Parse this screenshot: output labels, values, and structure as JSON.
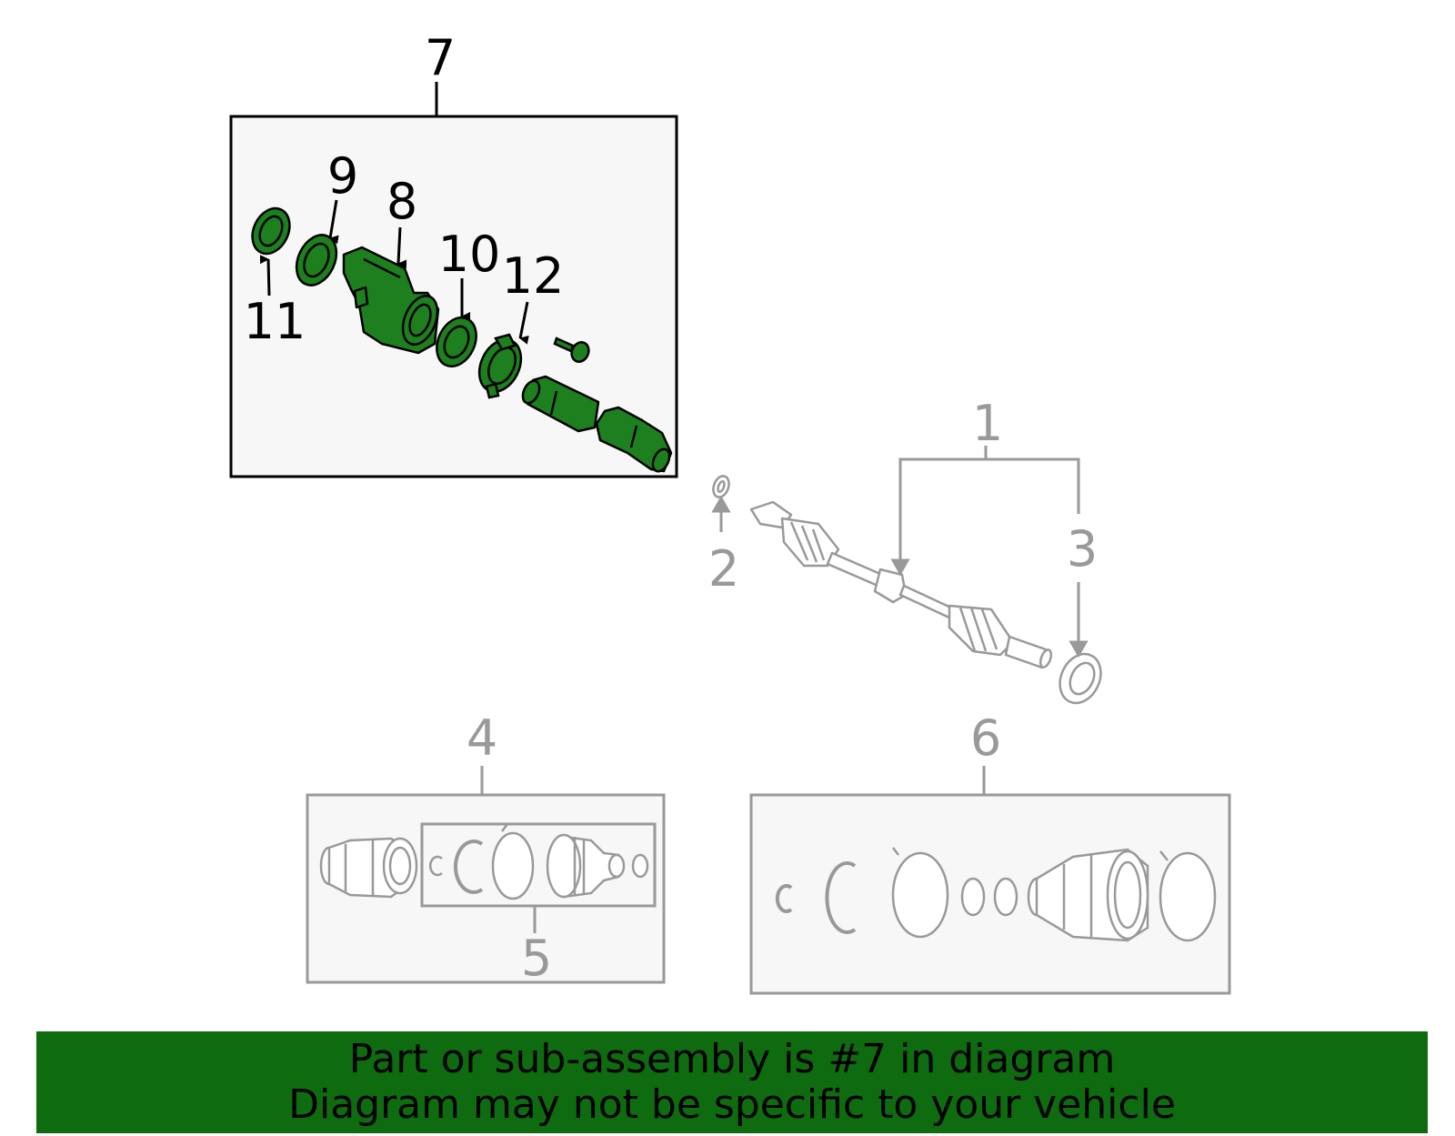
{
  "colors": {
    "highlight_fill": "#1e7f1e",
    "highlight_stroke": "#000000",
    "dim_stroke": "#999999",
    "box_fill": "#f7f7f7",
    "banner_bg": "#0f6b0f",
    "banner_text": "#000000"
  },
  "callouts": {
    "c1": "1",
    "c2": "2",
    "c3": "3",
    "c4": "4",
    "c5": "5",
    "c6": "6",
    "c7": "7",
    "c8": "8",
    "c9": "9",
    "c10": "10",
    "c11": "11",
    "c12": "12"
  },
  "banner": {
    "line1": "Part or sub-assembly is #7 in diagram",
    "line2": "Diagram may not be specific to your vehicle"
  }
}
